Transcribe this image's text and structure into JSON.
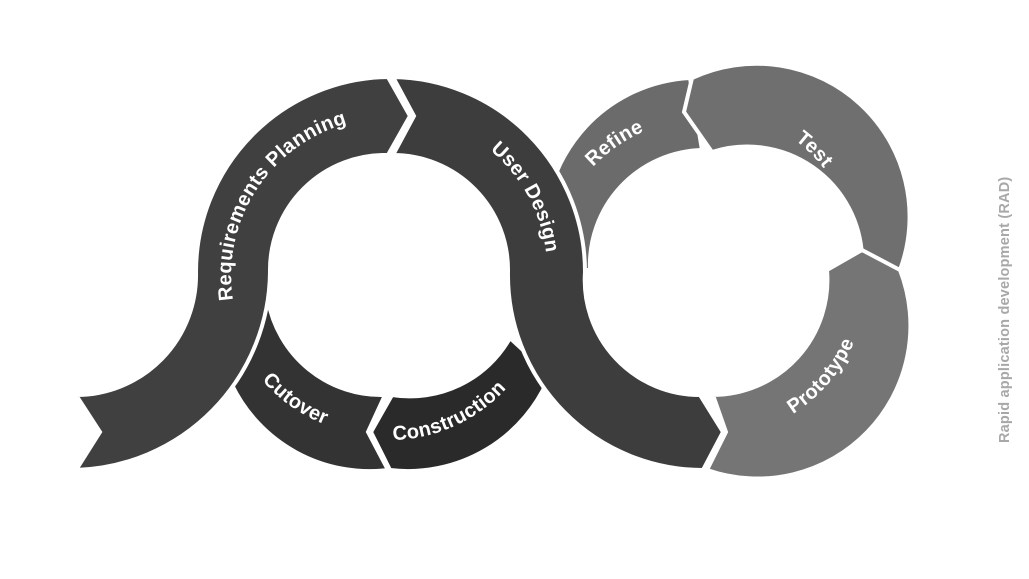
{
  "diagram": {
    "side_caption": "Rapid application development (RAD)",
    "segments": {
      "requirements_planning": {
        "label": "Requirements Planning",
        "color": "#404040"
      },
      "user_design": {
        "label": "User Design",
        "color": "#3d3d3d"
      },
      "construction": {
        "label": "Construction",
        "color": "#2a2a2a"
      },
      "cutover": {
        "label": "Cutover",
        "color": "#333333"
      },
      "refine": {
        "label": "Refine",
        "color": "#6b6b6b"
      },
      "test": {
        "label": "Test",
        "color": "#6f6f6f"
      },
      "prototype": {
        "label": "Prototype",
        "color": "#757575"
      }
    },
    "label_color": "#ffffff",
    "caption_color": "#a8a8a8",
    "separator_color": "#ffffff"
  }
}
